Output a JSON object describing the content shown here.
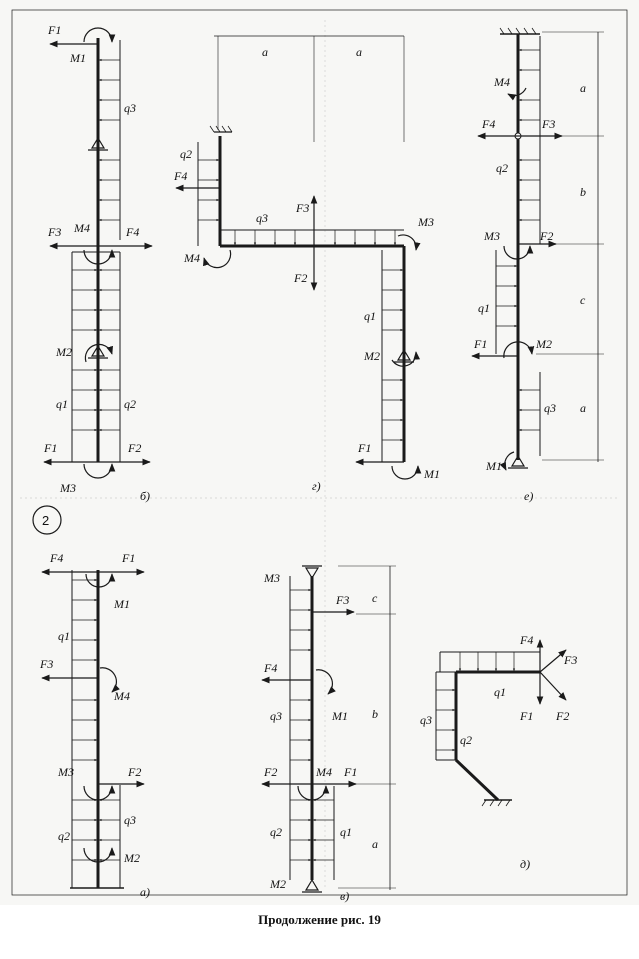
{
  "sheet_number": "2",
  "caption": "Продолжение рис. 19",
  "panels": {
    "a": {
      "tag": "а)",
      "labels": [
        "F4",
        "F1",
        "M1",
        "q1",
        "F3",
        "M4",
        "M3",
        "F2",
        "q2",
        "q3",
        "M2"
      ]
    },
    "b": {
      "tag": "б)",
      "labels": [
        "F1",
        "M1",
        "q3",
        "F3",
        "M4",
        "F4",
        "M2",
        "q1",
        "q2",
        "F1",
        "F2",
        "M3"
      ]
    },
    "v": {
      "tag": "в)",
      "labels": [
        "M3",
        "c",
        "F3",
        "F4",
        "q3",
        "M1",
        "b",
        "F2",
        "M4",
        "F1",
        "q2",
        "q1",
        "a",
        "M2"
      ]
    },
    "g": {
      "tag": "г)",
      "labels": [
        "a",
        "a",
        "q2",
        "F4",
        "q3",
        "F3",
        "M4",
        "F2",
        "M3",
        "q1",
        "M2",
        "F1",
        "M1"
      ]
    },
    "d": {
      "tag": "д)",
      "labels": [
        "F4",
        "F3",
        "q1",
        "F1",
        "F2",
        "q3",
        "q2"
      ]
    },
    "e": {
      "tag": "е)",
      "labels": [
        "M4",
        "a",
        "F4",
        "F3",
        "q2",
        "b",
        "M3",
        "F2",
        "q1",
        "c",
        "F1",
        "M2",
        "q3",
        "a",
        "M1"
      ]
    }
  }
}
